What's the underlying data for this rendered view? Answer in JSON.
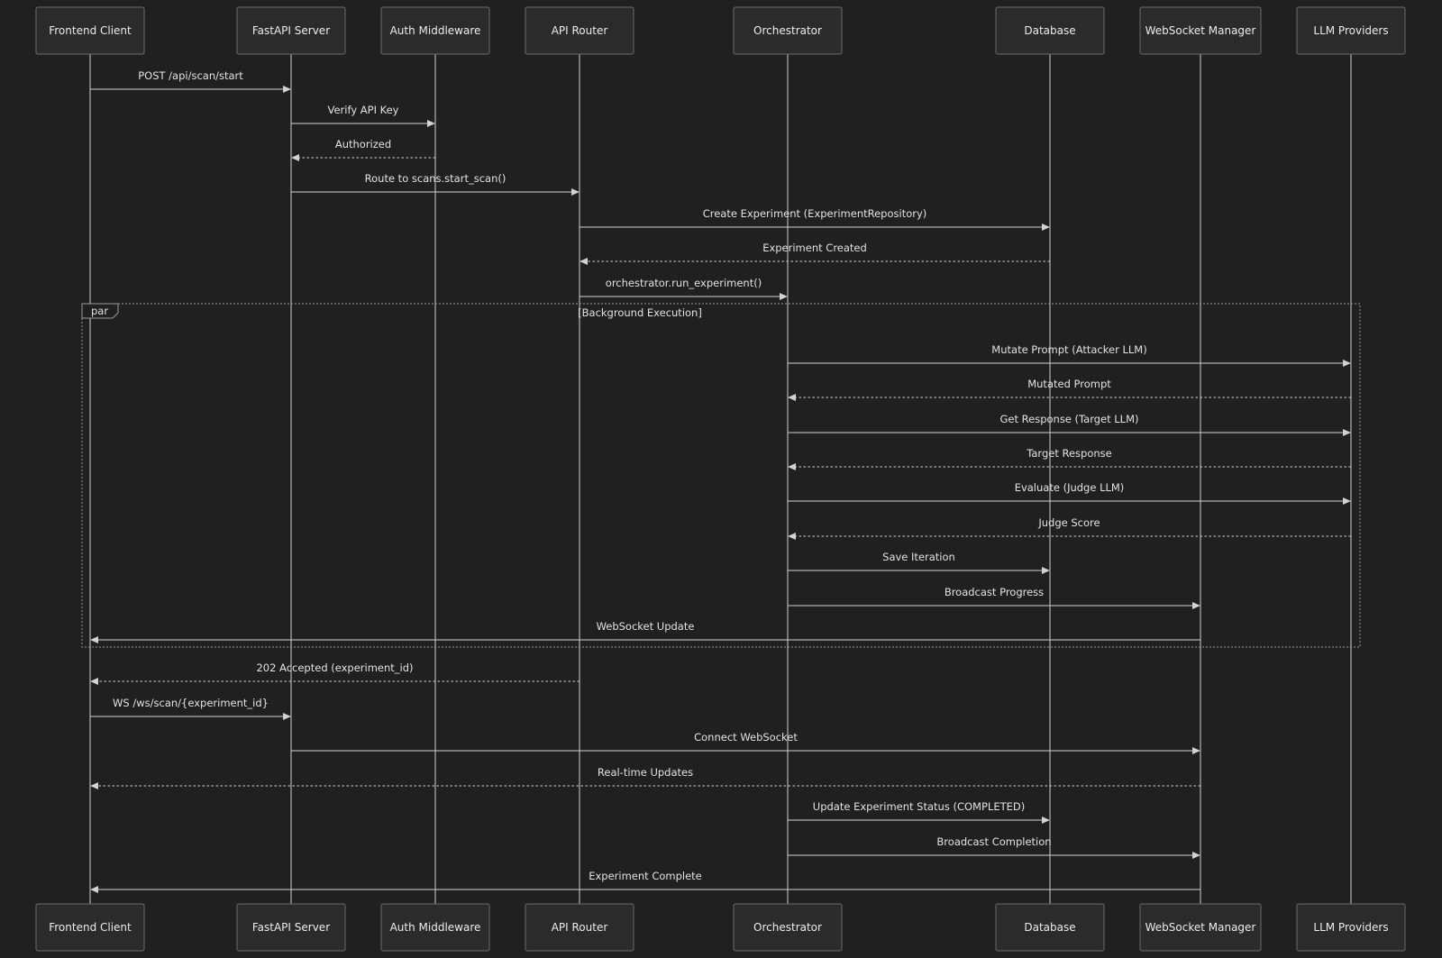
{
  "participants": [
    {
      "id": "client",
      "name": "Frontend Client"
    },
    {
      "id": "server",
      "name": "FastAPI Server"
    },
    {
      "id": "auth",
      "name": "Auth Middleware"
    },
    {
      "id": "router",
      "name": "API Router"
    },
    {
      "id": "orch",
      "name": "Orchestrator"
    },
    {
      "id": "db",
      "name": "Database"
    },
    {
      "id": "ws",
      "name": "WebSocket Manager"
    },
    {
      "id": "llm",
      "name": "LLM Providers"
    }
  ],
  "messages": [
    {
      "from": "client",
      "to": "server",
      "text": "POST /api/scan/start",
      "style": "solid"
    },
    {
      "from": "server",
      "to": "auth",
      "text": "Verify API Key",
      "style": "solid"
    },
    {
      "from": "auth",
      "to": "server",
      "text": "Authorized",
      "style": "dashed"
    },
    {
      "from": "server",
      "to": "router",
      "text": "Route to scans.start_scan()",
      "style": "solid"
    },
    {
      "from": "router",
      "to": "db",
      "text": "Create Experiment (ExperimentRepository)",
      "style": "solid"
    },
    {
      "from": "db",
      "to": "router",
      "text": "Experiment Created",
      "style": "dashed"
    },
    {
      "from": "router",
      "to": "orch",
      "text": "orchestrator.run_experiment()",
      "style": "solid"
    },
    {
      "from": "orch",
      "to": "llm",
      "text": "Mutate Prompt (Attacker LLM)",
      "style": "solid"
    },
    {
      "from": "llm",
      "to": "orch",
      "text": "Mutated Prompt",
      "style": "dashed"
    },
    {
      "from": "orch",
      "to": "llm",
      "text": "Get Response (Target LLM)",
      "style": "solid"
    },
    {
      "from": "llm",
      "to": "orch",
      "text": "Target Response",
      "style": "dashed"
    },
    {
      "from": "orch",
      "to": "llm",
      "text": "Evaluate (Judge LLM)",
      "style": "solid"
    },
    {
      "from": "llm",
      "to": "orch",
      "text": "Judge Score",
      "style": "dashed"
    },
    {
      "from": "orch",
      "to": "db",
      "text": "Save Iteration",
      "style": "solid"
    },
    {
      "from": "orch",
      "to": "ws",
      "text": "Broadcast Progress",
      "style": "solid"
    },
    {
      "from": "ws",
      "to": "client",
      "text": "WebSocket Update",
      "style": "solid"
    },
    {
      "from": "router",
      "to": "client",
      "text": "202 Accepted (experiment_id)",
      "style": "dashed"
    },
    {
      "from": "client",
      "to": "server",
      "text": "WS /ws/scan/{experiment_id}",
      "style": "solid"
    },
    {
      "from": "server",
      "to": "ws",
      "text": "Connect WebSocket",
      "style": "solid"
    },
    {
      "from": "ws",
      "to": "client",
      "text": "Real-time Updates",
      "style": "dashed"
    },
    {
      "from": "orch",
      "to": "db",
      "text": "Update Experiment Status (COMPLETED)",
      "style": "solid"
    },
    {
      "from": "orch",
      "to": "ws",
      "text": "Broadcast Completion",
      "style": "solid"
    },
    {
      "from": "ws",
      "to": "client",
      "text": "Experiment Complete",
      "style": "solid"
    }
  ],
  "fragments": [
    {
      "type": "par",
      "label": "par",
      "condition": "[Background Execution]",
      "first_message": 7,
      "last_message": 15
    }
  ]
}
